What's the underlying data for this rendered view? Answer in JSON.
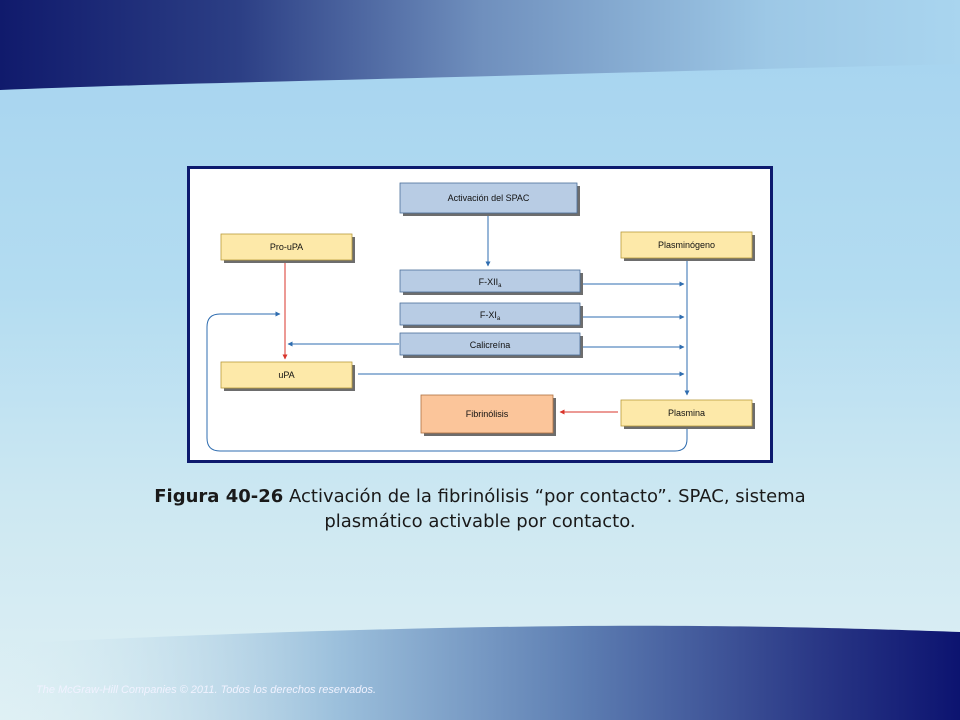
{
  "diagram": {
    "nodes": {
      "spac": {
        "label": "Activación del SPAC",
        "fill": "#b8cce4"
      },
      "pro_upa": {
        "label": "Pro-uPA",
        "fill": "#fde9a9"
      },
      "plasminogeno": {
        "label": "Plasminógeno",
        "fill": "#fde9a9"
      },
      "fxiia": {
        "label": "F-XII",
        "sub": "a",
        "fill": "#b8cce4"
      },
      "fxia": {
        "label": "F-XI",
        "sub": "a",
        "fill": "#b8cce4"
      },
      "calicreina": {
        "label": "Calicreína",
        "fill": "#b8cce4"
      },
      "upa": {
        "label": "uPA",
        "fill": "#fde9a9"
      },
      "fibrinolisis": {
        "label": "Fibrinólisis",
        "fill": "#fbc59a"
      },
      "plasmina": {
        "label": "Plasmina",
        "fill": "#fde9a9"
      }
    },
    "edge_colors": {
      "blue": "#2f6db0",
      "red": "#d9342b"
    }
  },
  "caption": {
    "label": "Figura 40-26",
    "text": " Activación de la fibrinólisis “por contacto”. SPAC, sistema plasmático activable por contacto."
  },
  "footer": "The McGraw-Hill Companies © 2011. Todos los derechos reservados.",
  "colors": {
    "navy": "#0d1470",
    "frame": "#0d1a6e"
  }
}
